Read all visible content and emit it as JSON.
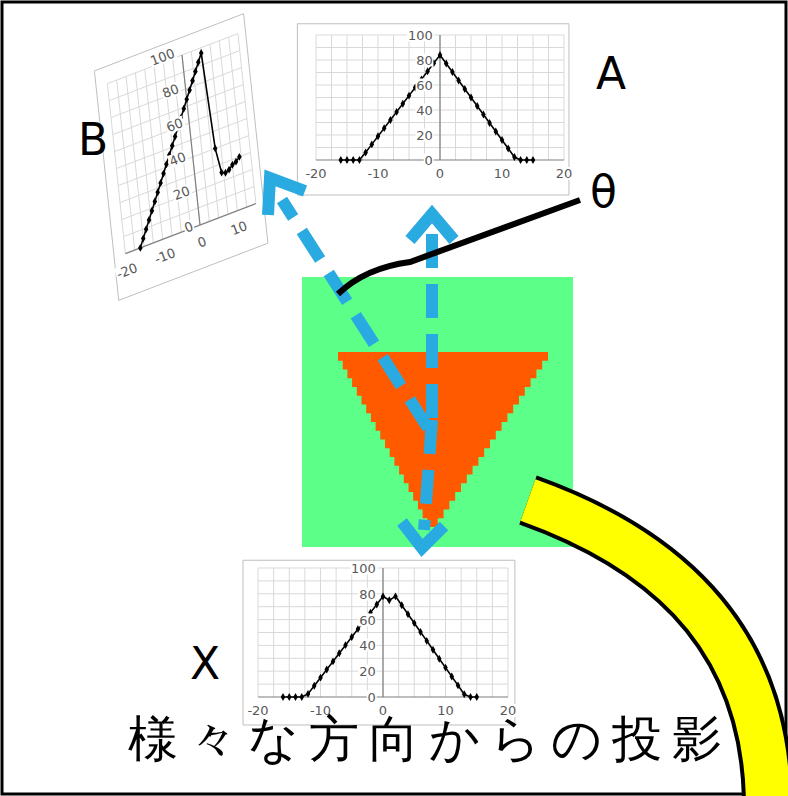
{
  "diagram": {
    "caption": "様々な方向からの投影",
    "labels": [
      "100",
      "80",
      "60",
      "40",
      "20",
      "0",
      "-20",
      "-10",
      "0",
      "10",
      "20",
      "A",
      "B",
      "100",
      "80",
      "60",
      "40",
      "20",
      "0",
      "-20",
      "-10",
      "0",
      "10",
      "θ",
      "X",
      "100",
      "80",
      "60",
      "40",
      "20",
      "0",
      "-20",
      "-10",
      "0",
      "10",
      "20"
    ]
  }
}
